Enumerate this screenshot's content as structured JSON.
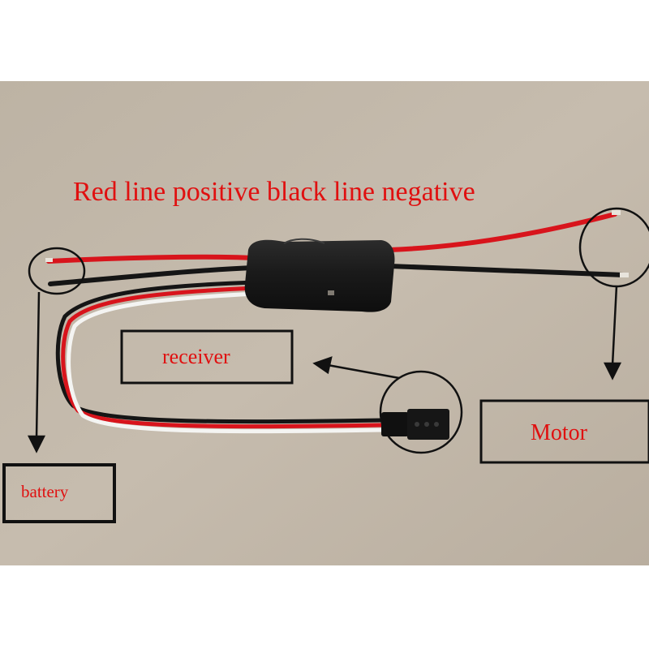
{
  "headline": "Red line positive black line negative",
  "labels": {
    "receiver": "receiver",
    "motor": "Motor",
    "battery": "battery"
  },
  "colors": {
    "label_text": "#e01010",
    "red_wire": "#d8141c",
    "black_wire": "#151515",
    "white_wire": "#f4f4f2",
    "module_body": "#1b1b1b",
    "background": "#c2b8a9",
    "annotation_line": "#111111"
  },
  "components": {
    "module": "esc-module",
    "connector": "servo-connector"
  }
}
